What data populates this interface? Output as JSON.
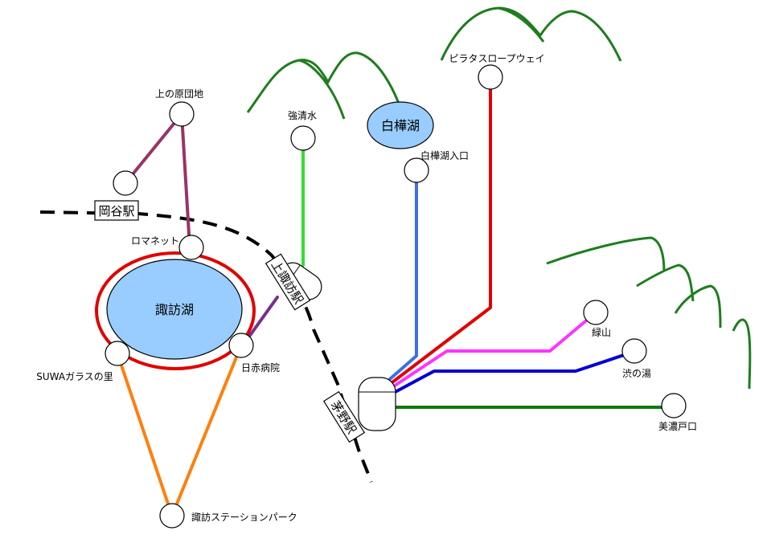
{
  "colors": {
    "mountain": "#1e7d1e",
    "lake_fill": "#99ccff",
    "lake_ring": "#e00000",
    "rail": "#000000",
    "route_red": "#e00000",
    "route_orange": "#ff7f0e",
    "route_plum": "#993366",
    "route_purple": "#7a2e8f",
    "route_lightgreen": "#33dd33",
    "route_blue_light": "#3d6fe6",
    "route_magenta": "#ff33ff",
    "route_blue": "#0000d0",
    "route_green": "#0d7a0d"
  },
  "stations": {
    "okaya": "岡谷駅",
    "kamisuwa": "上諏訪駅",
    "chino": "茅野駅"
  },
  "lakes": {
    "suwa": "諏訪湖",
    "shirakaba": "白樺湖"
  },
  "stops": {
    "kaminohara": "上の原団地",
    "romanet": "ロマネット",
    "suwa_glass": "SUWAガラスの里",
    "nisseki": "日赤病院",
    "suwa_station_park": "諏訪ステーションパーク",
    "goshimizu": "強清水",
    "shirakaba_iriguchi": "白樺湖入口",
    "pilatus": "ピラタスロープウェイ",
    "midoriyama": "緑山",
    "shibunoyu": "渋の湯",
    "minotoguchi": "美濃戸口"
  }
}
